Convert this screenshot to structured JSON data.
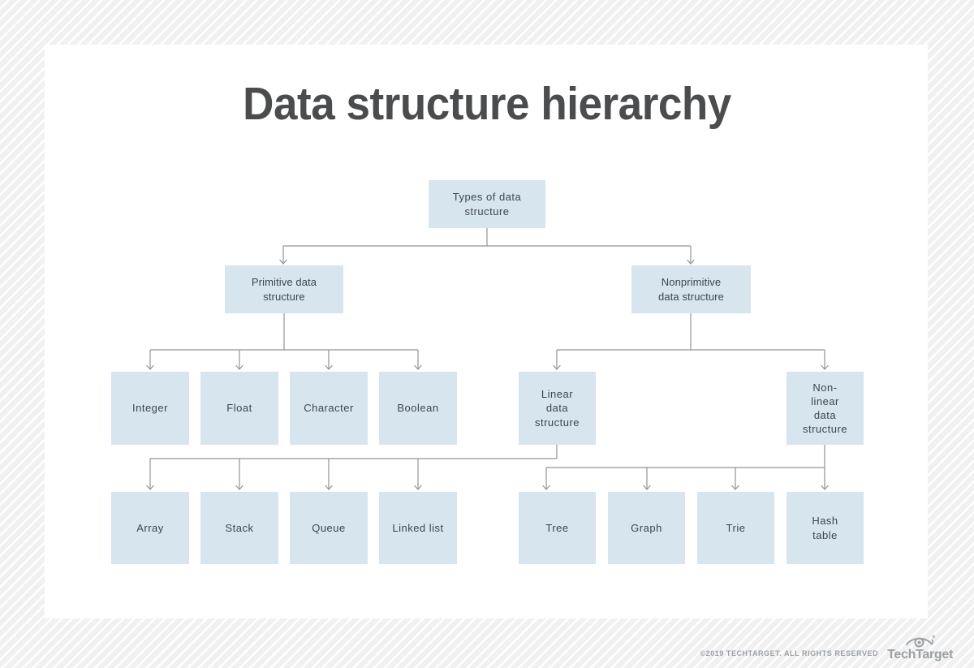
{
  "title": "Data structure hierarchy",
  "diagram": {
    "node_fill_color": "#d7e5ef",
    "connector_color": "#8f959a",
    "nodes": {
      "root": {
        "label": "Types of data\nstructure"
      },
      "primitive": {
        "label": "Primitive data\nstructure"
      },
      "nonprimitive": {
        "label": "Nonprimitive\ndata structure"
      },
      "integer": {
        "label": "Integer"
      },
      "float": {
        "label": "Float"
      },
      "character": {
        "label": "Character"
      },
      "boolean": {
        "label": "Boolean"
      },
      "linear": {
        "label": "Linear\ndata\nstructure"
      },
      "nonlinear": {
        "label": "Non-\nlinear\ndata\nstructure"
      },
      "array": {
        "label": "Array"
      },
      "stack": {
        "label": "Stack"
      },
      "queue": {
        "label": "Queue"
      },
      "linked_list": {
        "label": "Linked list"
      },
      "tree": {
        "label": "Tree"
      },
      "graph": {
        "label": "Graph"
      },
      "trie": {
        "label": "Trie"
      },
      "hash_table": {
        "label": "Hash\ntable"
      }
    },
    "edges": [
      [
        "root",
        "primitive"
      ],
      [
        "root",
        "nonprimitive"
      ],
      [
        "primitive",
        "integer"
      ],
      [
        "primitive",
        "float"
      ],
      [
        "primitive",
        "character"
      ],
      [
        "primitive",
        "boolean"
      ],
      [
        "nonprimitive",
        "linear"
      ],
      [
        "nonprimitive",
        "nonlinear"
      ],
      [
        "linear",
        "array"
      ],
      [
        "linear",
        "stack"
      ],
      [
        "linear",
        "queue"
      ],
      [
        "linear",
        "linked_list"
      ],
      [
        "nonlinear",
        "tree"
      ],
      [
        "nonlinear",
        "graph"
      ],
      [
        "nonlinear",
        "trie"
      ],
      [
        "nonlinear",
        "hash_table"
      ]
    ]
  },
  "footer": {
    "copyright": "©2019 TECHTARGET. ALL RIGHTS RESERVED",
    "brand": "TechTarget"
  }
}
